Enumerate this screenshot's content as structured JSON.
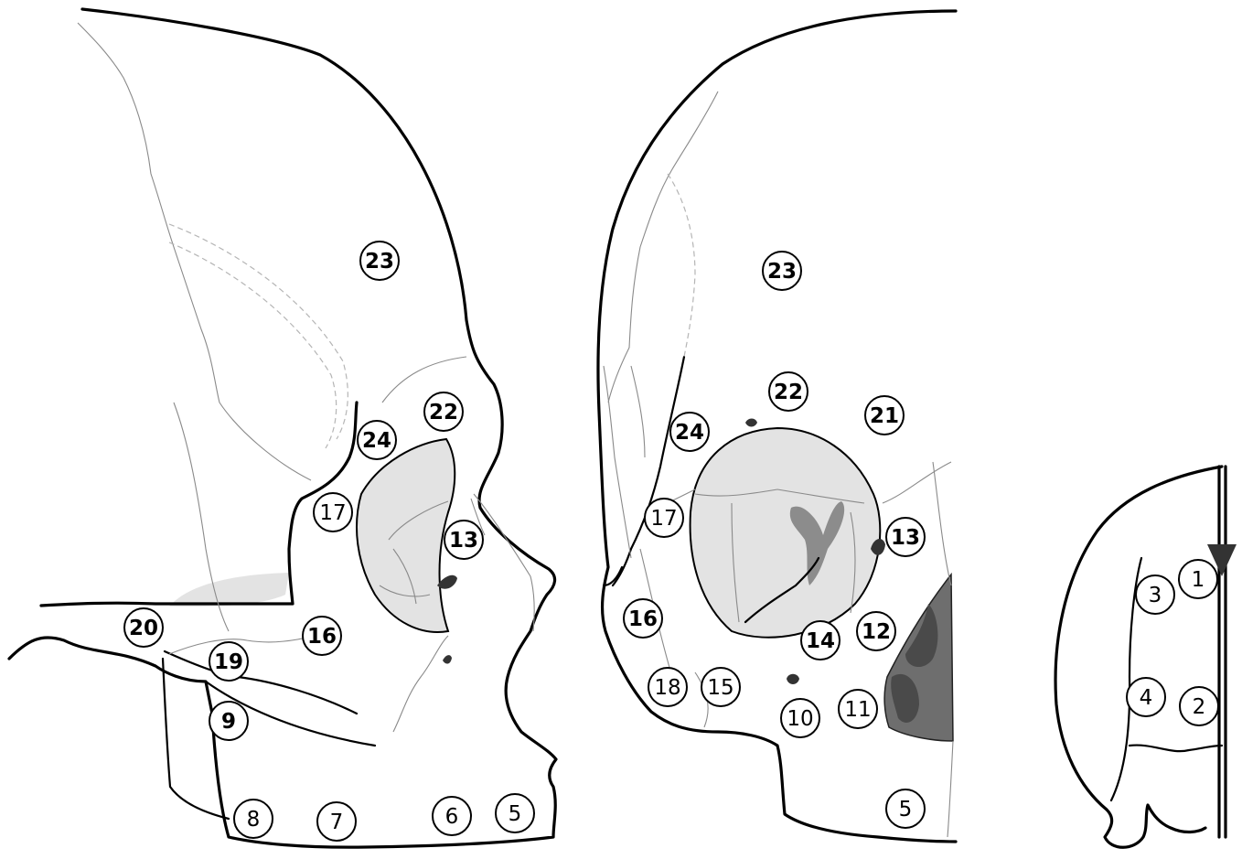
{
  "markers": [
    {
      "label": "23",
      "panel": "lateral"
    },
    {
      "label": "22",
      "panel": "lateral"
    },
    {
      "label": "24",
      "panel": "lateral"
    },
    {
      "label": "17",
      "panel": "lateral"
    },
    {
      "label": "13",
      "panel": "lateral"
    },
    {
      "label": "16",
      "panel": "lateral"
    },
    {
      "label": "20",
      "panel": "lateral"
    },
    {
      "label": "19",
      "panel": "lateral"
    },
    {
      "label": "9",
      "panel": "lateral"
    },
    {
      "label": "8",
      "panel": "lateral"
    },
    {
      "label": "7",
      "panel": "lateral"
    },
    {
      "label": "6",
      "panel": "lateral"
    },
    {
      "label": "5",
      "panel": "lateral"
    },
    {
      "label": "23",
      "panel": "frontal"
    },
    {
      "label": "22",
      "panel": "frontal"
    },
    {
      "label": "21",
      "panel": "frontal"
    },
    {
      "label": "24",
      "panel": "frontal"
    },
    {
      "label": "17",
      "panel": "frontal"
    },
    {
      "label": "13",
      "panel": "frontal"
    },
    {
      "label": "16",
      "panel": "frontal"
    },
    {
      "label": "14",
      "panel": "frontal"
    },
    {
      "label": "12",
      "panel": "frontal"
    },
    {
      "label": "18",
      "panel": "frontal"
    },
    {
      "label": "15",
      "panel": "frontal"
    },
    {
      "label": "10",
      "panel": "frontal"
    },
    {
      "label": "11",
      "panel": "frontal"
    },
    {
      "label": "5",
      "panel": "frontal"
    },
    {
      "label": "1",
      "panel": "profile"
    },
    {
      "label": "3",
      "panel": "profile"
    },
    {
      "label": "4",
      "panel": "profile"
    },
    {
      "label": "2",
      "panel": "profile"
    }
  ],
  "colors": {
    "outline": "#000000",
    "suture": "#8a8a8a",
    "shade_light": "#e3e3e3",
    "shade_dark": "#6e6e6e",
    "background": "#ffffff"
  }
}
